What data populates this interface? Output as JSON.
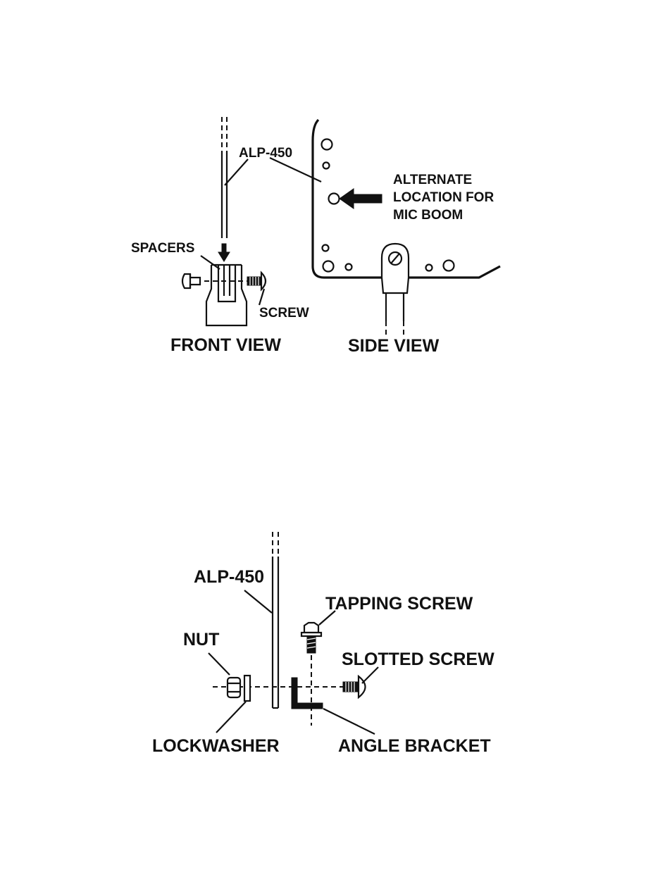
{
  "figure1": {
    "labels": {
      "alp450": "ALP-450",
      "alternate_line1": "ALTERNATE",
      "alternate_line2": "LOCATION FOR",
      "alternate_line3": "MIC BOOM",
      "spacers": "SPACERS",
      "screw": "SCREW",
      "front_view": "FRONT VIEW",
      "side_view": "SIDE VIEW"
    }
  },
  "figure2": {
    "labels": {
      "alp450": "ALP-450",
      "tapping_screw": "TAPPING SCREW",
      "nut": "NUT",
      "slotted_screw": "SLOTTED SCREW",
      "lockwasher": "LOCKWASHER",
      "angle_bracket": "ANGLE BRACKET"
    }
  },
  "colors": {
    "ink": "#111111",
    "paper": "#ffffff"
  }
}
